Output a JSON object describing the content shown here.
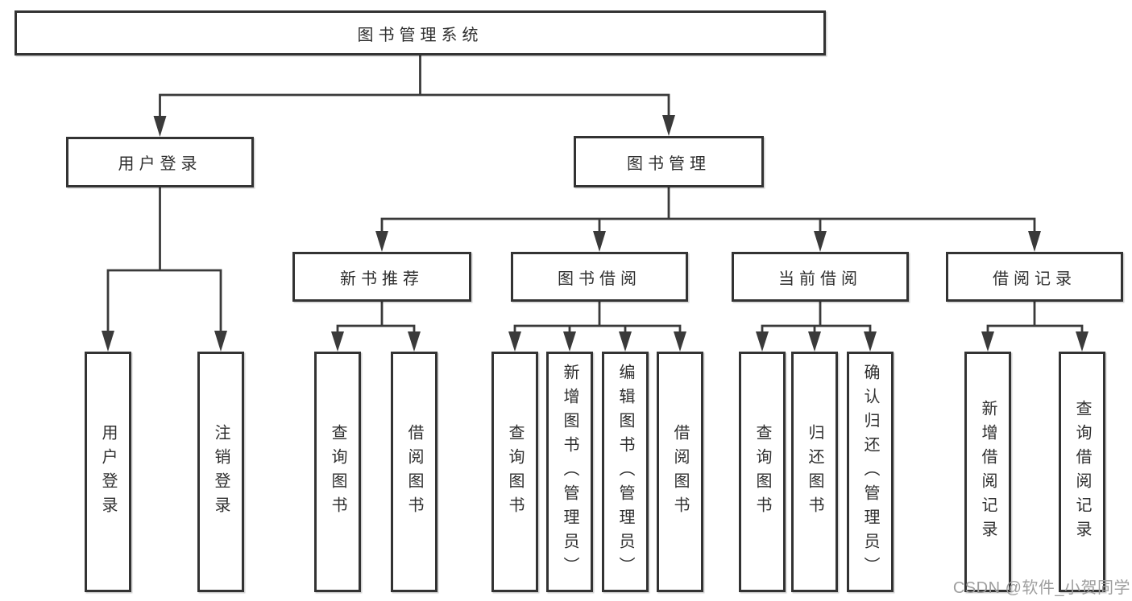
{
  "diagram": {
    "colors": {
      "line": "#3a3a3a",
      "box_border": "#333333",
      "text": "#2f2f2f",
      "watermark": "#9e9e9e",
      "background": "#ffffff"
    },
    "tree": {
      "label": "图书管理系统",
      "children": [
        {
          "label": "用户登录",
          "children": [
            {
              "label": "用户登录"
            },
            {
              "label": "注销登录"
            }
          ]
        },
        {
          "label": "图书管理",
          "children": [
            {
              "label": "新书推荐",
              "children": [
                {
                  "label": "查询图书"
                },
                {
                  "label": "借阅图书"
                }
              ]
            },
            {
              "label": "图书借阅",
              "children": [
                {
                  "label": "查询图书"
                },
                {
                  "label": "新增图书（管理员）"
                },
                {
                  "label": "编辑图书（管理员）"
                },
                {
                  "label": "借阅图书"
                }
              ]
            },
            {
              "label": "当前借阅",
              "children": [
                {
                  "label": "查询图书"
                },
                {
                  "label": "归还图书"
                },
                {
                  "label": "确认归还（管理员）"
                }
              ]
            },
            {
              "label": "借阅记录",
              "children": [
                {
                  "label": "新增借阅记录"
                },
                {
                  "label": "查询借阅记录"
                }
              ]
            }
          ]
        }
      ]
    },
    "watermark": {
      "text": "CSDN @软件_小贺同学"
    }
  }
}
